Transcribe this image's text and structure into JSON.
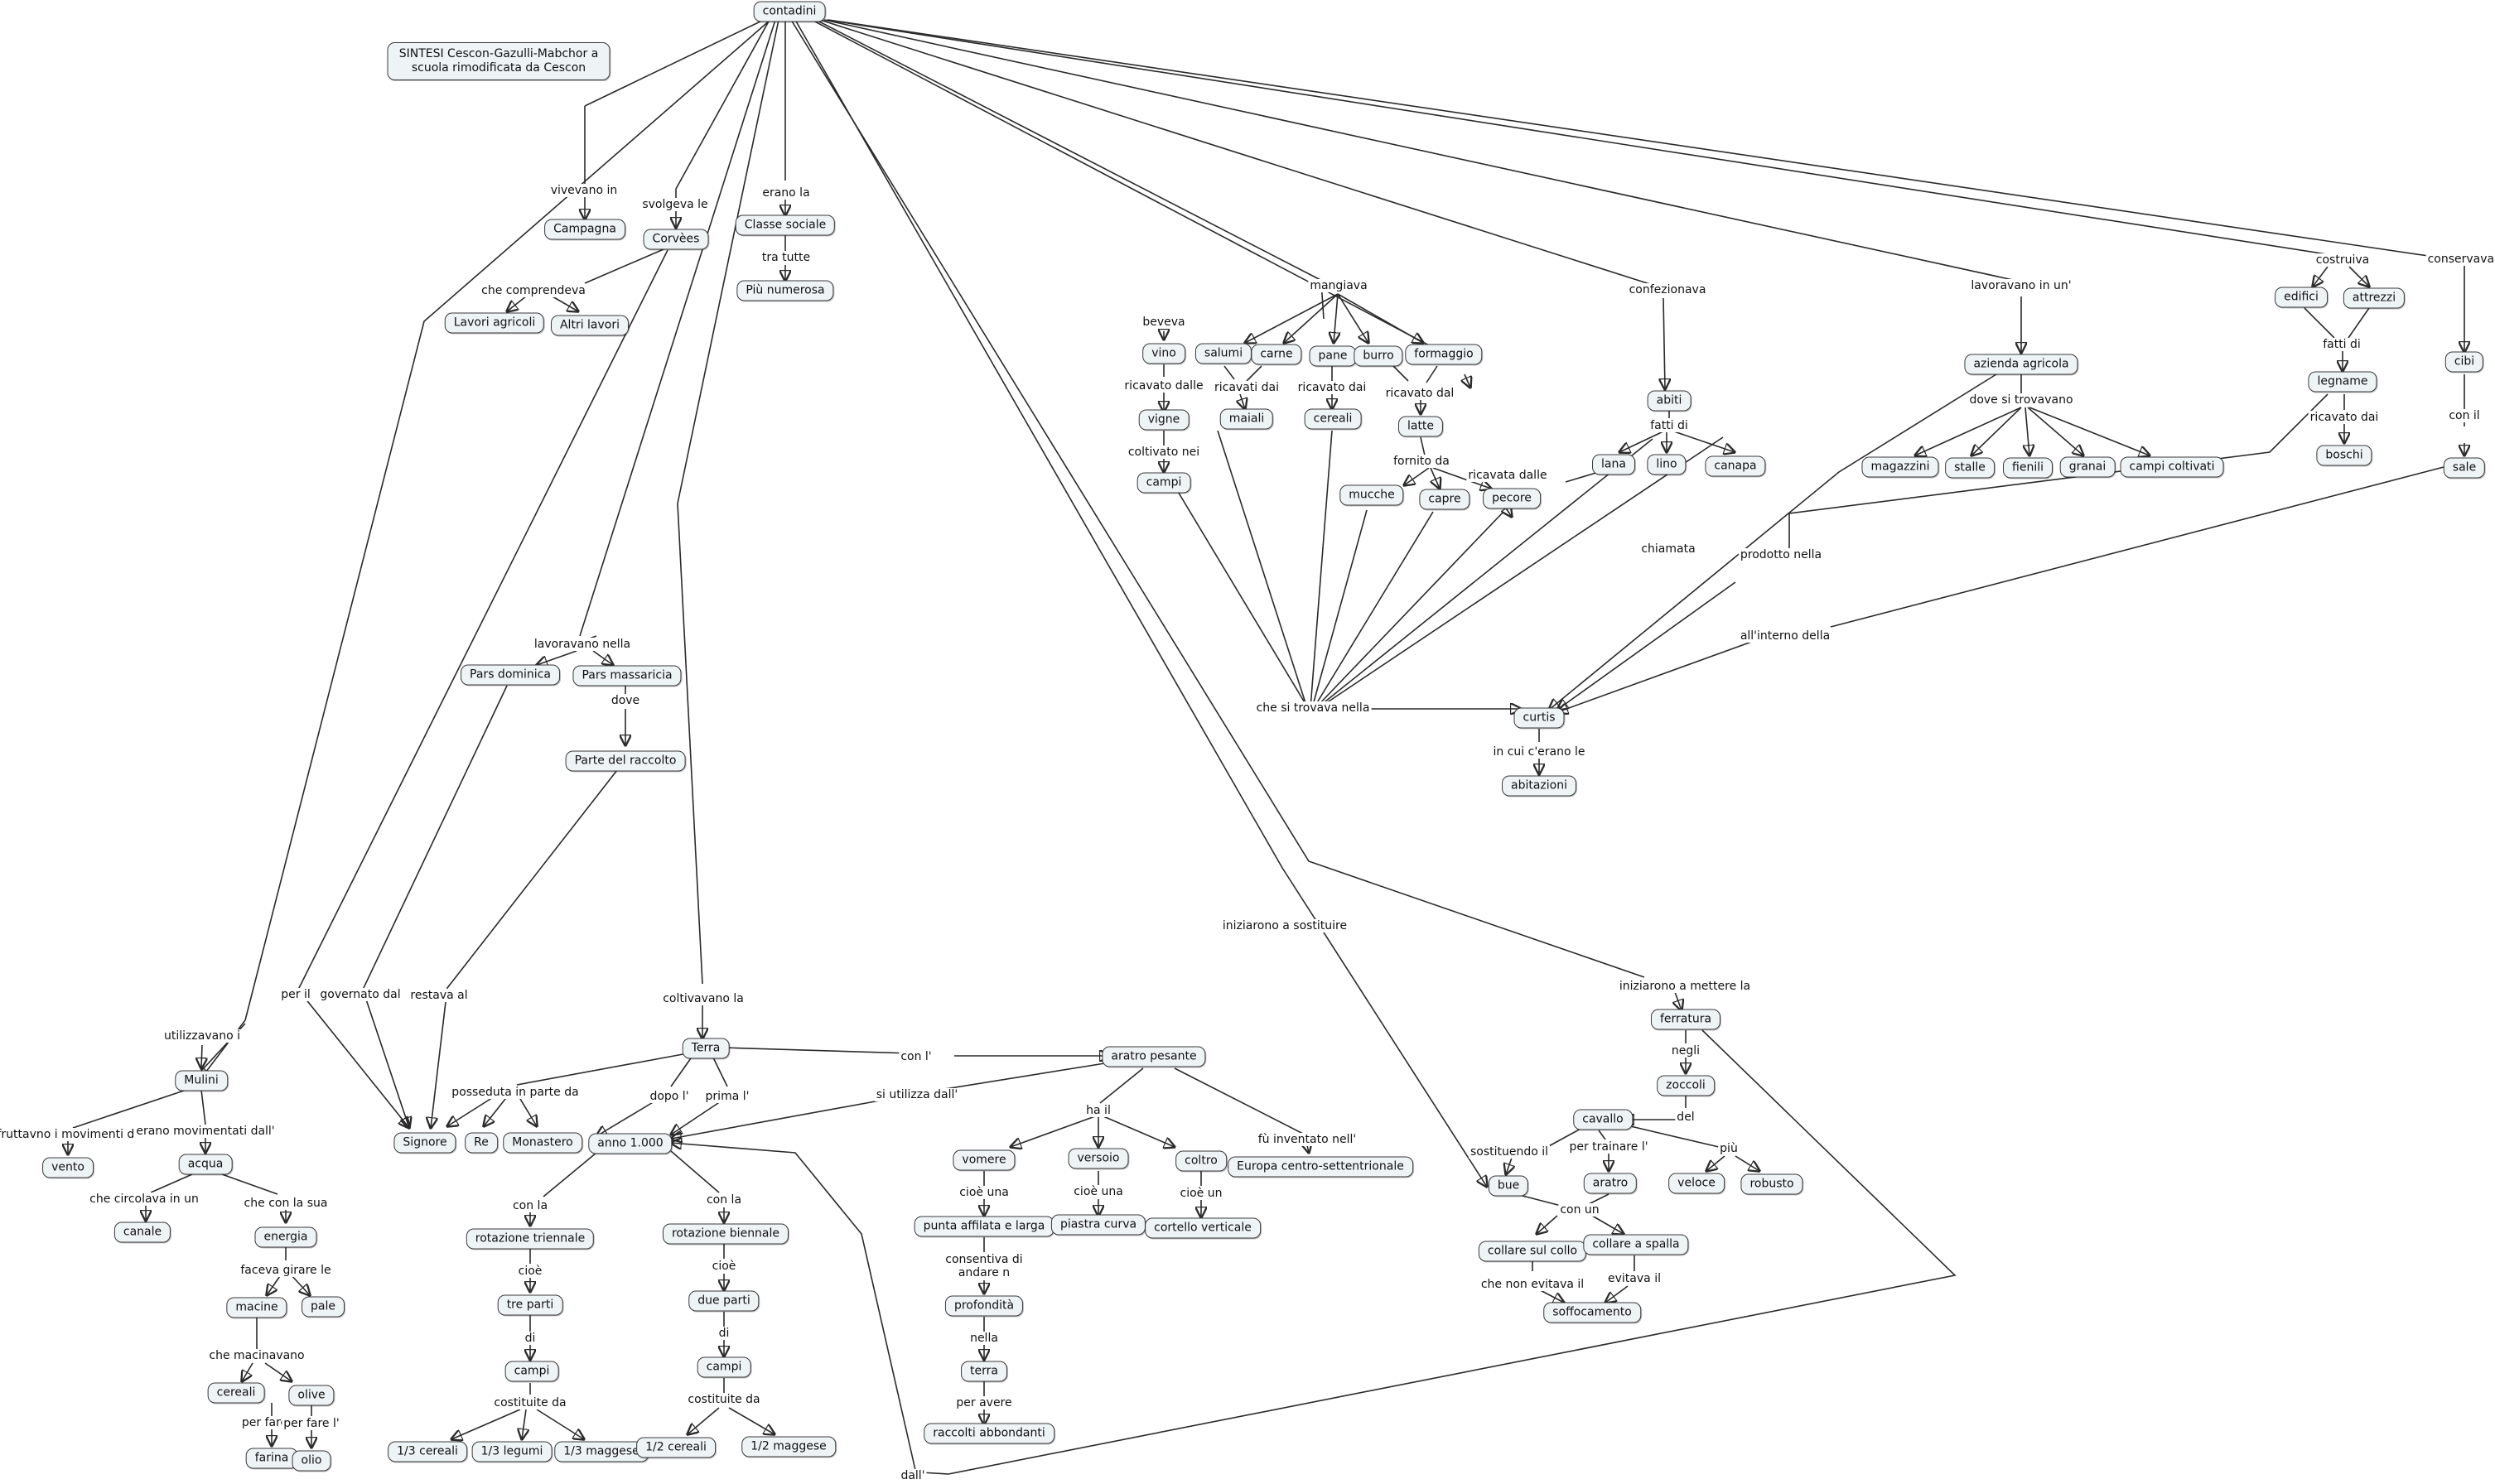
{
  "title": "SINTESI Cescon-Gazulli-Mabchor a scuola rimodificata da Cescon",
  "nodes": {
    "contadini": "contadini",
    "campagna": "Campagna",
    "corvees": "Corvèes",
    "classe": "Classe sociale",
    "piu_numerosa": "Più numerosa",
    "lavori_agricoli": "Lavori agricoli",
    "altri_lavori": "Altri lavori",
    "vino": "vino",
    "vigne": "vigne",
    "campi_v": "campi",
    "salumi": "salumi",
    "carne": "carne",
    "pane": "pane",
    "burro": "burro",
    "formaggio": "formaggio",
    "maiali": "maiali",
    "cereali_m": "cereali",
    "latte": "latte",
    "mucche": "mucche",
    "capre": "capre",
    "pecore": "pecore",
    "abiti": "abiti",
    "lana": "lana",
    "lino": "lino",
    "canapa": "canapa",
    "azienda": "azienda agricola",
    "magazzini": "magazzini",
    "stalle": "stalle",
    "fienili": "fienili",
    "granai": "granai",
    "campi_coltivati": "campi coltivati",
    "edifici": "edifici",
    "attrezzi": "attrezzi",
    "legname": "legname",
    "boschi": "boschi",
    "cibi": "cibi",
    "sale": "sale",
    "curtis": "curtis",
    "abitazioni": "abitazioni",
    "pars_dominica": "Pars dominica",
    "pars_massaricia": "Pars massaricia",
    "parte_raccolto": "Parte del raccolto",
    "terra": "Terra",
    "aratro_pesante": "aratro pesante",
    "signore": "Signore",
    "re": "Re",
    "monastero": "Monastero",
    "anno1000": "anno 1.000",
    "mulini": "Mulini",
    "vento": "vento",
    "acqua": "acqua",
    "canale": "canale",
    "energia": "energia",
    "macine": "macine",
    "pale": "pale",
    "cereali_mu": "cereali",
    "olive": "olive",
    "farina": "farina",
    "olio": "olio",
    "rot_triennale": "rotazione triennale",
    "tre_parti": "tre parti",
    "campi_t": "campi",
    "c13": "1/3 cereali",
    "l13": "1/3 legumi",
    "m13": "1/3 maggese",
    "rot_biennale": "rotazione biennale",
    "due_parti": "due parti",
    "campi_b": "campi",
    "c12": "1/2 cereali",
    "m12": "1/2 maggese",
    "vomere": "vomere",
    "versoio": "versoio",
    "coltro": "coltro",
    "europa": "Europa centro-settentrionale",
    "punta": "punta affilata e larga",
    "piastra": "piastra curva",
    "coltello": "cortello verticale",
    "profondita": "profondità",
    "terra2": "terra",
    "raccolti": "raccolti abbondanti",
    "ferratura": "ferratura",
    "zoccoli": "zoccoli",
    "cavallo": "cavallo",
    "bue": "bue",
    "aratro": "aratro",
    "veloce": "veloce",
    "robusto": "robusto",
    "collare_collo": "collare sul collo",
    "collare_spalla": "collare a spalla",
    "soffocamento": "soffocamento"
  },
  "labels": {
    "vivevano_in": "vivevano in",
    "svolgeva_le": "svolgeva le",
    "erano_la": "erano la",
    "tra_tutte": "tra tutte",
    "che_comprendeva": "che comprendeva",
    "beveva": "beveva",
    "ricavato_dalle": "ricavato dalle",
    "coltivato_nei": "coltivato nei",
    "mangiava": "mangiava",
    "ricavati_dai": "ricavati dai",
    "ricavato_dai_p": "ricavato dai",
    "ricavato_dal": "ricavato dal",
    "fornito_da": "fornito da",
    "confezionava": "confezionava",
    "fatti_di": "fatti di",
    "ricavata_dalle": "ricavata dalle",
    "lavoravano_un": "lavoravano in un'",
    "dove_si_trovavano": "dove si trovavano",
    "costruiva": "costruiva",
    "fatti_di2": "fatti di",
    "ricavato_dai_b": "ricavato dai",
    "conservava_i": "conservava i",
    "con_il": "con il",
    "chiamata": "chiamata",
    "prodotto_nella": "prodotto nella",
    "allinterno": "all'interno della",
    "che_si_trovava": "che si trovava nella",
    "in_cui": "in cui c'erano le",
    "lavoravano_nella": "lavoravano nella",
    "dove": "dove",
    "iniziarono_sostituire": "iniziarono a sostituire",
    "iniziarono_mettere": "iniziarono a mettere la",
    "utilizzavano_i": "utilizzavano i",
    "per_il": "per il",
    "governato_dal": "governato dal",
    "restava_al": "restava al",
    "coltivavano_la": "coltivavano la",
    "con_l": "con l'",
    "posseduta": "posseduta in parte da",
    "dopo_l": "dopo l'",
    "prima_l": "prima l'",
    "si_utilizza": "si utilizza dall'",
    "ha_il": "ha il",
    "fu_inventato": "fù inventato nell'",
    "sfruttavano": "sfruttavno i movimenti del",
    "erano_movimentati": "erano movimentati dall'",
    "che_circolava": "che circolava in un",
    "che_con_la_sua": "che con la sua",
    "faceva_girare": "faceva girare le",
    "che_macinavano": "che macinavano",
    "per_fare_la": "per fare la",
    "per_fare_l": "per fare l'",
    "con_la_t": "con la",
    "cioe_t": "cioè",
    "di_t": "di",
    "costituite_da_t": "costituite da",
    "con_la_b": "con la",
    "cioe_b": "cioè",
    "di_b": "di",
    "costituite_da_b": "costituite da",
    "cioe_una1": "cioè una",
    "cioe_una2": "cioè una",
    "cioe_un": "cioè un",
    "consentiva": "consentiva di andare n",
    "nella": "nella",
    "per_avere": "per avere",
    "negli": "negli",
    "del": "del",
    "sostituendo_il": "sostituendo il",
    "per_trainare": "per trainare l'",
    "piu": "più",
    "con_un": "con un",
    "che_non_evitava": "che non evitava il",
    "evitava_il": "evitava il",
    "dall": "dall'"
  }
}
